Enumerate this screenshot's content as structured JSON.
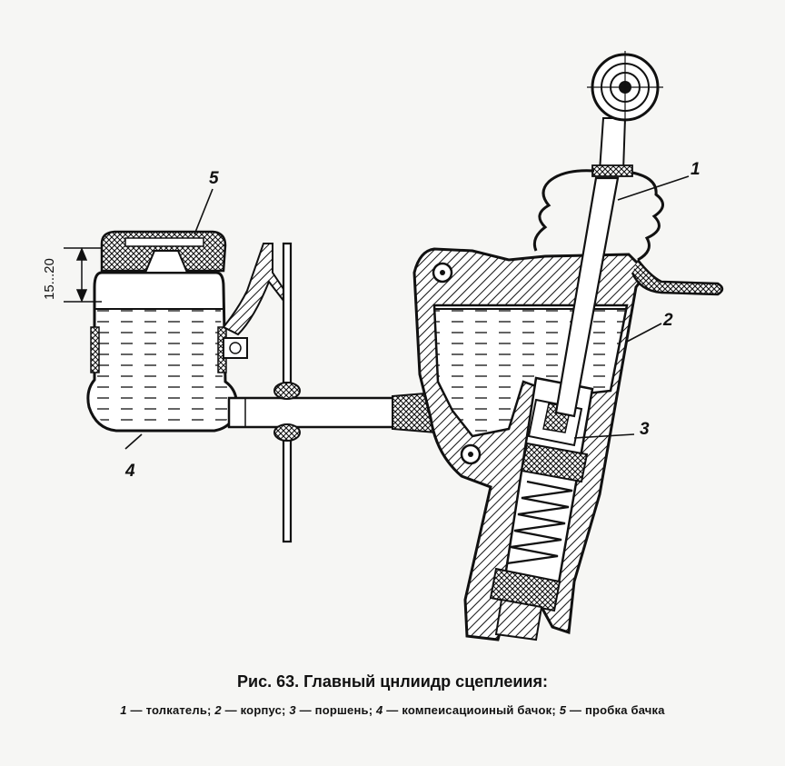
{
  "figure": {
    "caption_title": "Рис. 63. Главный цнлиидр сцеплеиия:",
    "legend": [
      {
        "num": "1",
        "text": "толкатель"
      },
      {
        "num": "2",
        "text": "корпус"
      },
      {
        "num": "3",
        "text": "поршень"
      },
      {
        "num": "4",
        "text": "компеисациоиный бачок"
      },
      {
        "num": "5",
        "text": "пробка бачка"
      }
    ],
    "dimension_label": "15...20",
    "callouts": {
      "c1": "1",
      "c2": "2",
      "c3": "3",
      "c4": "4",
      "c5": "5"
    }
  }
}
